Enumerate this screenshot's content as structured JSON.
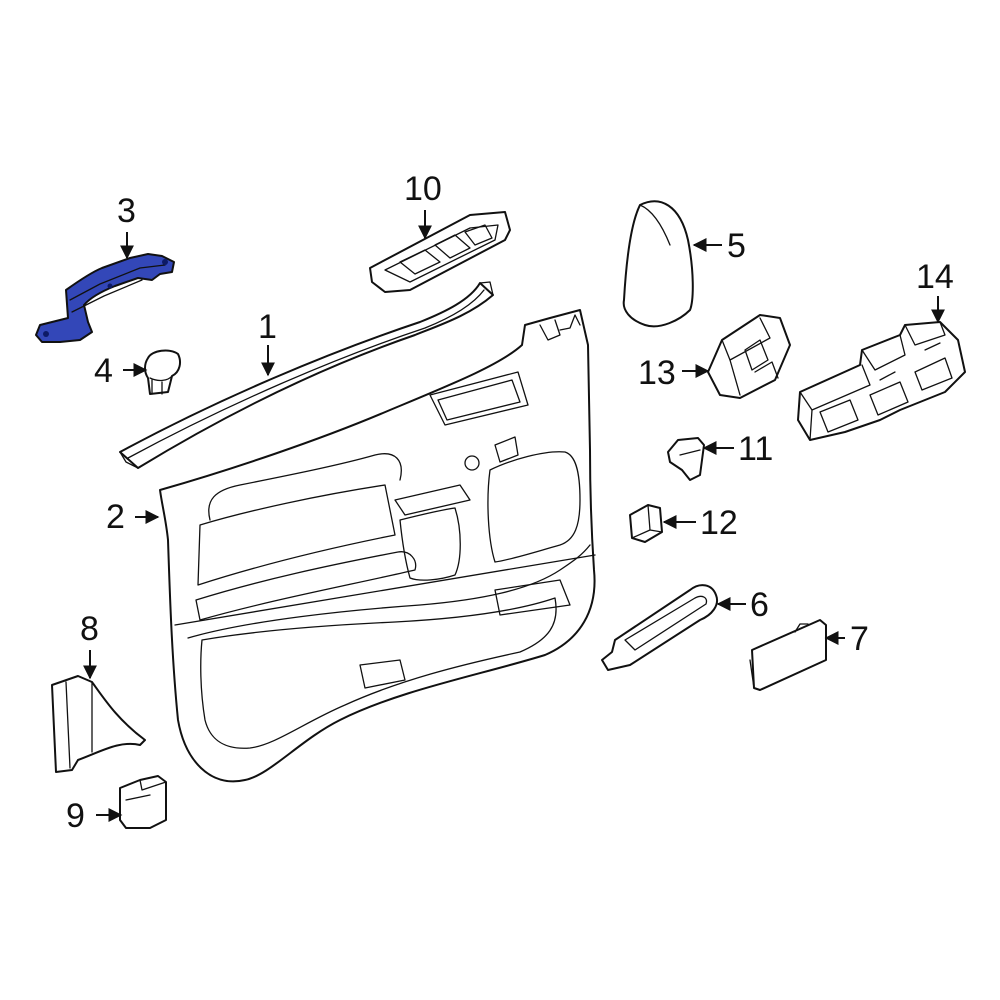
{
  "diagram": {
    "highlight_color": "#3347b8",
    "line_color": "#111111",
    "callouts": [
      {
        "id": "c1",
        "label": "1",
        "part": "door-trim-panel-upper-strip"
      },
      {
        "id": "c2",
        "label": "2",
        "part": "door-trim-panel"
      },
      {
        "id": "c3",
        "label": "3",
        "part": "bracket-highlighted"
      },
      {
        "id": "c4",
        "label": "4",
        "part": "push-pin-retainer"
      },
      {
        "id": "c5",
        "label": "5",
        "part": "mirror-trim-cover"
      },
      {
        "id": "c6",
        "label": "6",
        "part": "pull-handle"
      },
      {
        "id": "c7",
        "label": "7",
        "part": "handle-cover"
      },
      {
        "id": "c8",
        "label": "8",
        "part": "lower-trim-cover"
      },
      {
        "id": "c9",
        "label": "9",
        "part": "end-cap"
      },
      {
        "id": "c10",
        "label": "10",
        "part": "switch-bezel"
      },
      {
        "id": "c11",
        "label": "11",
        "part": "clip"
      },
      {
        "id": "c12",
        "label": "12",
        "part": "small-switch"
      },
      {
        "id": "c13",
        "label": "13",
        "part": "window-switch"
      },
      {
        "id": "c14",
        "label": "14",
        "part": "master-switch"
      }
    ]
  }
}
